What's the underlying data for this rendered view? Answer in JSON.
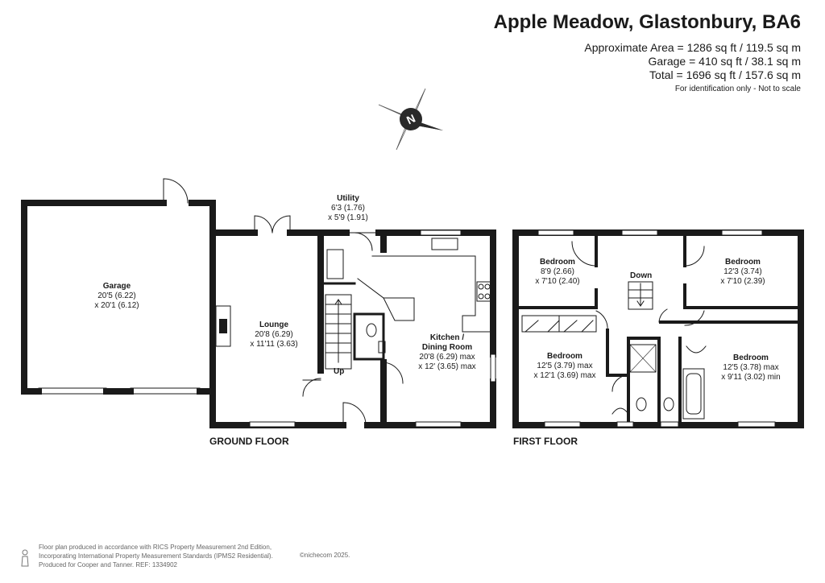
{
  "header": {
    "title": "Apple Meadow, Glastonbury, BA6",
    "area_lines": [
      "Approximate Area = 1286 sq ft / 119.5 sq m",
      "Garage = 410 sq ft / 38.1 sq m",
      "Total = 1696 sq ft / 157.6 sq m"
    ],
    "identification": "For identification only - Not to scale"
  },
  "compass": {
    "letter": "N"
  },
  "ground_floor": {
    "label": "GROUND FLOOR",
    "rooms": {
      "garage": {
        "name": "Garage",
        "dim1": "20'5 (6.22)",
        "dim2": "x 20'1 (6.12)"
      },
      "lounge": {
        "name": "Lounge",
        "dim1": "20'8 (6.29)",
        "dim2": "x 11'11 (3.63)"
      },
      "utility": {
        "name": "Utility",
        "dim1": "6'3 (1.76)",
        "dim2": "x 5'9 (1.91)"
      },
      "kitchen": {
        "name1": "Kitchen /",
        "name2": "Dining Room",
        "dim1": "20'8 (6.29) max",
        "dim2": "x 12' (3.65) max"
      }
    },
    "stairs_label": "Up"
  },
  "first_floor": {
    "label": "FIRST FLOOR",
    "rooms": {
      "bedroom_tl": {
        "name": "Bedroom",
        "dim1": "8'9 (2.66)",
        "dim2": "x 7'10 (2.40)"
      },
      "bedroom_tr": {
        "name": "Bedroom",
        "dim1": "12'3 (3.74)",
        "dim2": "x 7'10 (2.39)"
      },
      "bedroom_bl": {
        "name": "Bedroom",
        "dim1": "12'5 (3.79) max",
        "dim2": "x 12'1 (3.69) max"
      },
      "bedroom_br": {
        "name": "Bedroom",
        "dim1": "12'5 (3.78) max",
        "dim2": "x 9'11 (3.02) min"
      }
    },
    "stairs_label": "Down"
  },
  "footer": {
    "lines": [
      "Floor plan produced in accordance with RICS Property Measurement 2nd Edition,",
      "Incorporating International Property Measurement Standards (IPMS2 Residential).",
      "Produced for Cooper and Tanner.   REF: 1334902"
    ],
    "copyright": "©nichecom 2025."
  },
  "colors": {
    "wall": "#1a1a1a",
    "background": "#ffffff",
    "fixture": "#888888",
    "compass": "#2a2a2a"
  }
}
